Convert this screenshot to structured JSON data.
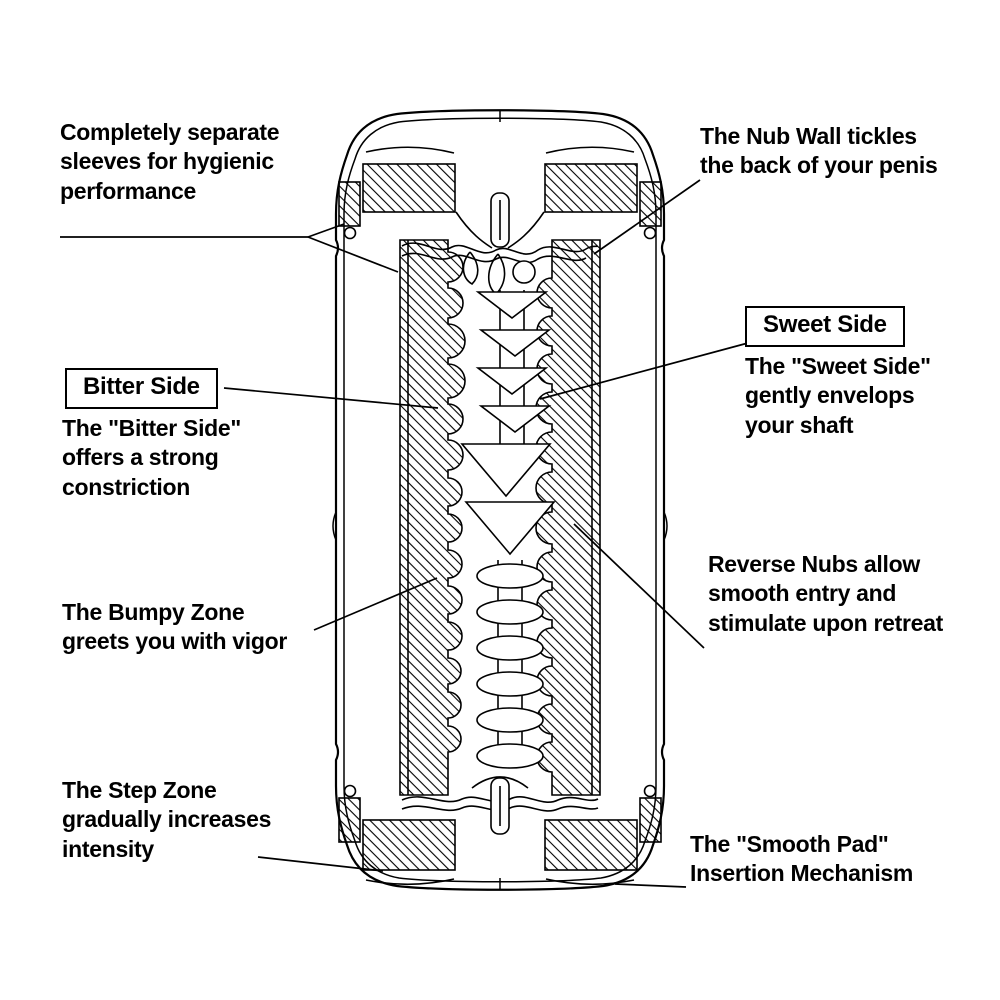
{
  "colors": {
    "background": "#ffffff",
    "ink": "#000000"
  },
  "callouts": {
    "separate_sleeves": {
      "text": "Completely separate\nsleeves for hygienic\nperformance"
    },
    "nub_wall": {
      "text": "The Nub Wall tickles\nthe back of your penis"
    },
    "sweet_side": {
      "label": "Sweet Side",
      "text": "The \"Sweet Side\"\ngently envelops\nyour shaft"
    },
    "bitter_side": {
      "label": "Bitter Side",
      "text": "The \"Bitter Side\"\noffers a strong\nconstriction"
    },
    "bumpy_zone": {
      "text": "The Bumpy Zone\ngreets you with vigor"
    },
    "reverse_nubs": {
      "text": "Reverse Nubs allow\nsmooth entry and\nstimulate upon retreat"
    },
    "step_zone": {
      "text": "The Step Zone\ngradually increases\nintensity"
    },
    "smooth_pad": {
      "text": "The \"Smooth Pad\"\nInsertion Mechanism"
    }
  }
}
